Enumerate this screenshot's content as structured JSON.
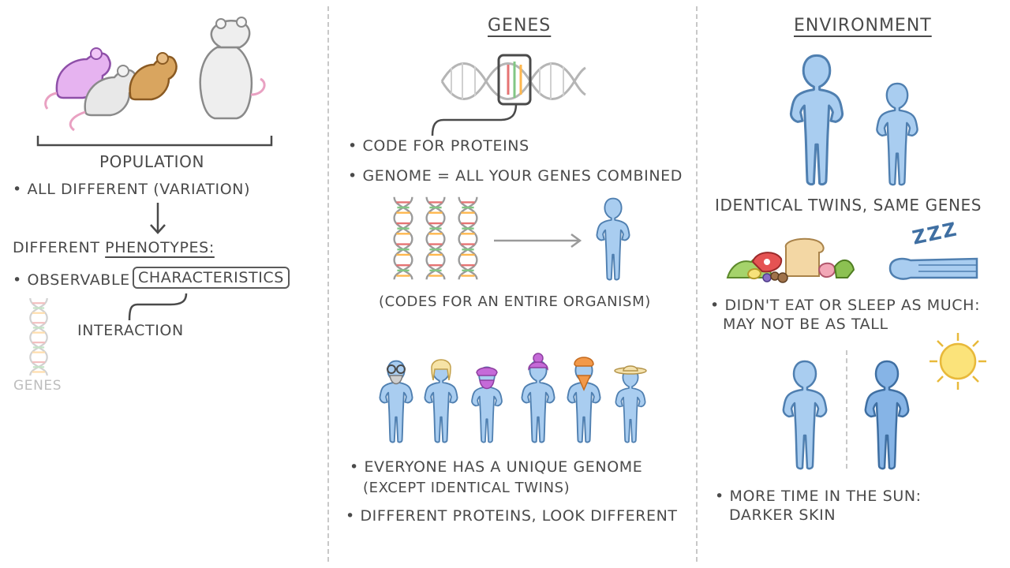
{
  "colors": {
    "text": "#4a4a4a",
    "figure_fill": "#a9cdf0",
    "figure_stroke": "#4f7fb0",
    "divider": "#c8c8c8"
  },
  "left": {
    "population_label": "POPULATION",
    "bullet_variation": "• ALL DIFFERENT (VARIATION)",
    "different_label": "DIFFERENT",
    "phenotypes_label": "PHENOTYPES:",
    "bullet_observable": "• OBSERVABLE",
    "characteristics_label": "CHARACTERISTICS",
    "interaction_label": "INTERACTION",
    "genes_faded_label": "GENES"
  },
  "middle": {
    "header": "GENES",
    "bullet_code": "• CODE FOR PROTEINS",
    "bullet_genome": "• GENOME = ALL YOUR GENES COMBINED",
    "codes_note": "(CODES FOR AN ENTIRE ORGANISM)",
    "bullet_unique": "• EVERYONE HAS A UNIQUE GENOME",
    "except_note": "(EXCEPT IDENTICAL TWINS)",
    "bullet_proteins": "• DIFFERENT PROTEINS, LOOK DIFFERENT"
  },
  "right": {
    "header": "ENVIRONMENT",
    "twins_caption": "IDENTICAL TWINS, SAME GENES",
    "zzz": "ZZZ",
    "bullet_eat_1": "• DIDN'T EAT OR SLEEP AS MUCH:",
    "bullet_eat_2": "MAY NOT BE AS TALL",
    "bullet_sun_1": "• MORE TIME IN THE SUN:",
    "bullet_sun_2": "DARKER SKIN"
  }
}
